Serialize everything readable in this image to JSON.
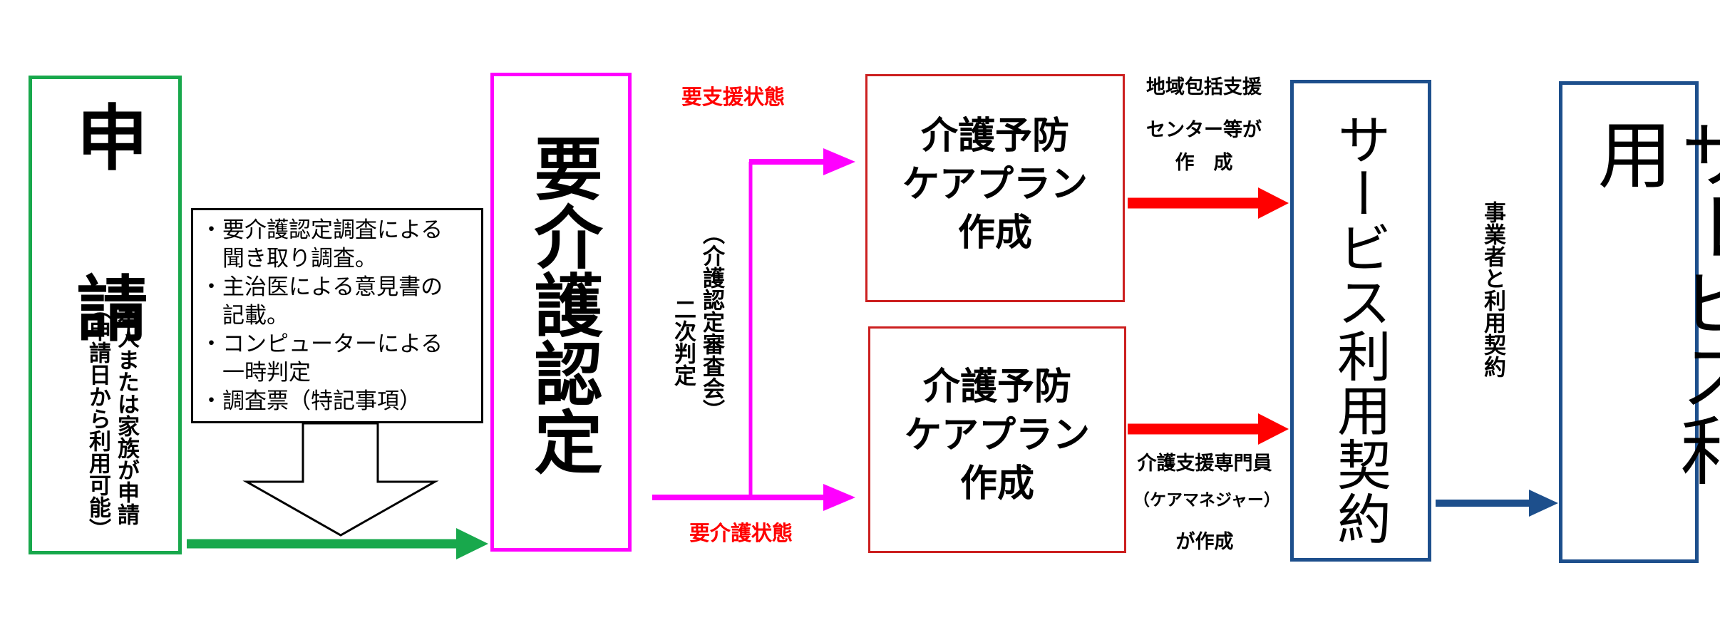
{
  "colors": {
    "green": "#18a84c",
    "magenta": "#ff00ff",
    "red": "#ff0000",
    "dark_red": "#cc1f1f",
    "blue": "#1d4f8c"
  },
  "application": {
    "title": "申　請",
    "note": "本人または家族が申請",
    "note_paren": "（申請日から利用可能）"
  },
  "survey": {
    "items": [
      "・要介護認定調査による\n　聞き取り調査。",
      "・主治医による意見書の\n　記載。",
      "・コンピューターによる\n　一時判定",
      "・調査票（特記事項）"
    ]
  },
  "certification": {
    "title": "要介護認定",
    "secondary": "（介護認定審査会）",
    "secondary2": "二次判定"
  },
  "branches": {
    "support_label": "要支援状態",
    "care_label": "要介護状態"
  },
  "plan_top": {
    "line1": "介護予防",
    "line2": "ケアプラン",
    "line3": "作成",
    "maker": [
      "地域包括支援",
      "センター等が",
      "作　成"
    ]
  },
  "plan_bottom": {
    "line1": "介護予防",
    "line2": "ケアプラン",
    "line3": "作成",
    "maker": [
      "介護支援専門員",
      "（ケアマネジャー）",
      "が作成"
    ]
  },
  "contract": {
    "title": "サービス利用契約",
    "note": "事業者と利用契約"
  },
  "usage": {
    "title": "サービス利用"
  }
}
